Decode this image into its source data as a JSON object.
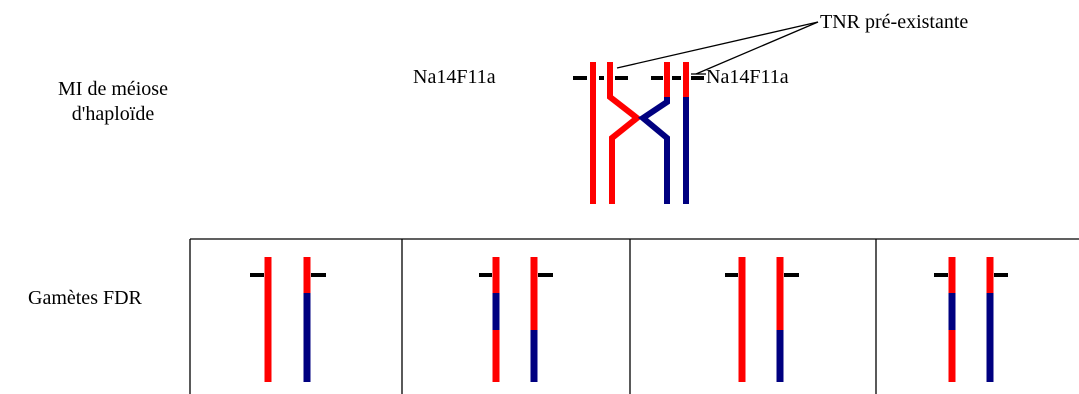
{
  "labels": {
    "row1_line1": "MI de méiose",
    "row1_line2": "d'haploïde",
    "marker_left": "Na14F11a",
    "marker_right": "Na14F11a",
    "tnr": "TNR pré-existante",
    "row2": "Gamètes FDR"
  },
  "colors": {
    "red": "#ff0000",
    "blue": "#000080",
    "black": "#000000"
  }
}
